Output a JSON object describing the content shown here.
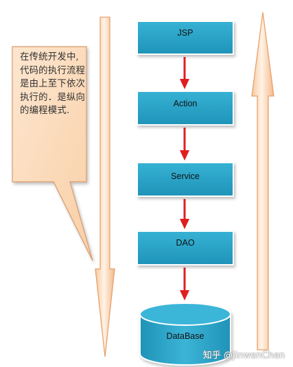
{
  "callout": {
    "text": "在传统开发中,代码的执行流程是由上至下依次执行的．是纵向的编程模式."
  },
  "layers": [
    {
      "label": "JSP"
    },
    {
      "label": "Action"
    },
    {
      "label": "Service"
    },
    {
      "label": "DAO"
    }
  ],
  "database": {
    "label": "DataBase"
  },
  "watermark": {
    "text": "知乎 @JinwenChen"
  },
  "colors": {
    "box_fill": "#2aa3c6",
    "box_border": "#ffffff",
    "connector_arrow": "#e01e1e",
    "big_arrow_fill": "#fbe2c8",
    "big_arrow_stroke": "#e7a06b",
    "callout_fill": "#fcdcbc",
    "callout_stroke": "#d79a6a"
  }
}
